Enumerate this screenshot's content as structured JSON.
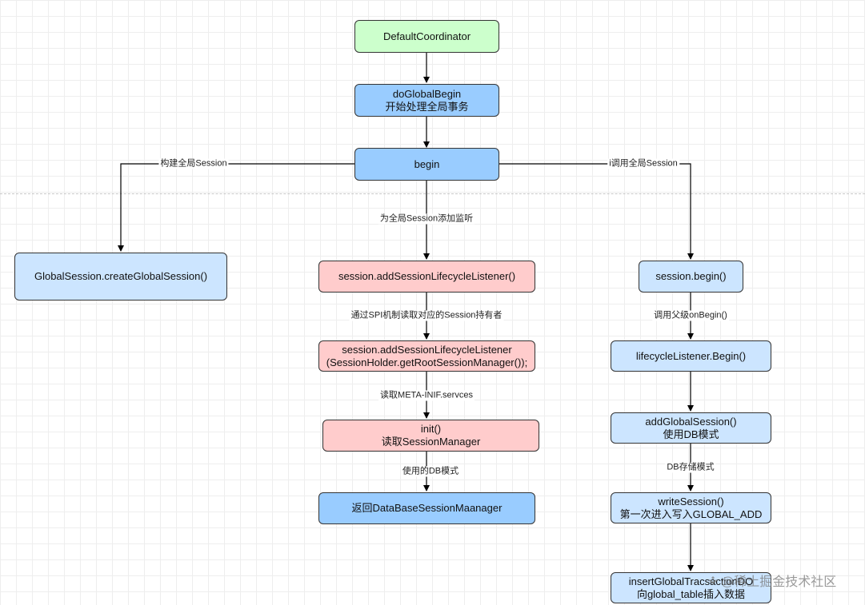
{
  "diagram": {
    "nodes": {
      "default_coordinator": "DefaultCoordinator",
      "do_global_begin": [
        "doGlobalBegin",
        "开始处理全局事务"
      ],
      "begin": "begin",
      "create_global_session": "GlobalSession.createGlobalSession()",
      "add_listener": "session.addSessionLifecycleListener()",
      "add_listener_holder": [
        "session.addSessionLifecycleListener",
        "(SessionHolder.getRootSessionManager());"
      ],
      "init": [
        "init()",
        "读取SessionManager"
      ],
      "return_db_manager": "返回DataBaseSessionMaanager",
      "session_begin": "session.begin()",
      "lifecycle_begin": "lifecycleListener.Begin()",
      "add_global_session": [
        "addGlobalSession()",
        "使用DB模式"
      ],
      "write_session": [
        "writeSession()",
        "第一次进入写入GLOBAL_ADD"
      ],
      "insert_global": [
        "insertGlobalTracsactionDO",
        "向global_table插入数据"
      ]
    },
    "edge_labels": {
      "build_global_session": "构建全局Session",
      "call_global_session": "i调用全局Session",
      "add_listener_label": "为全局Session添加监听",
      "spi_read": "通过SPI机制读取对应的Session持有者",
      "read_meta_inf": "读取META-INIF.servces",
      "use_db_mode": "使用的DB模式",
      "call_parent_on_begin": "调用父级onBegin()",
      "db_storage_mode": "DB存储模式"
    },
    "colors": {
      "start": "#ccffcc",
      "process": "#99ccff",
      "light": "#cce5ff",
      "pink": "#ffcccc",
      "line": "#000000"
    }
  },
  "watermark": "@稀土掘金技术社区"
}
